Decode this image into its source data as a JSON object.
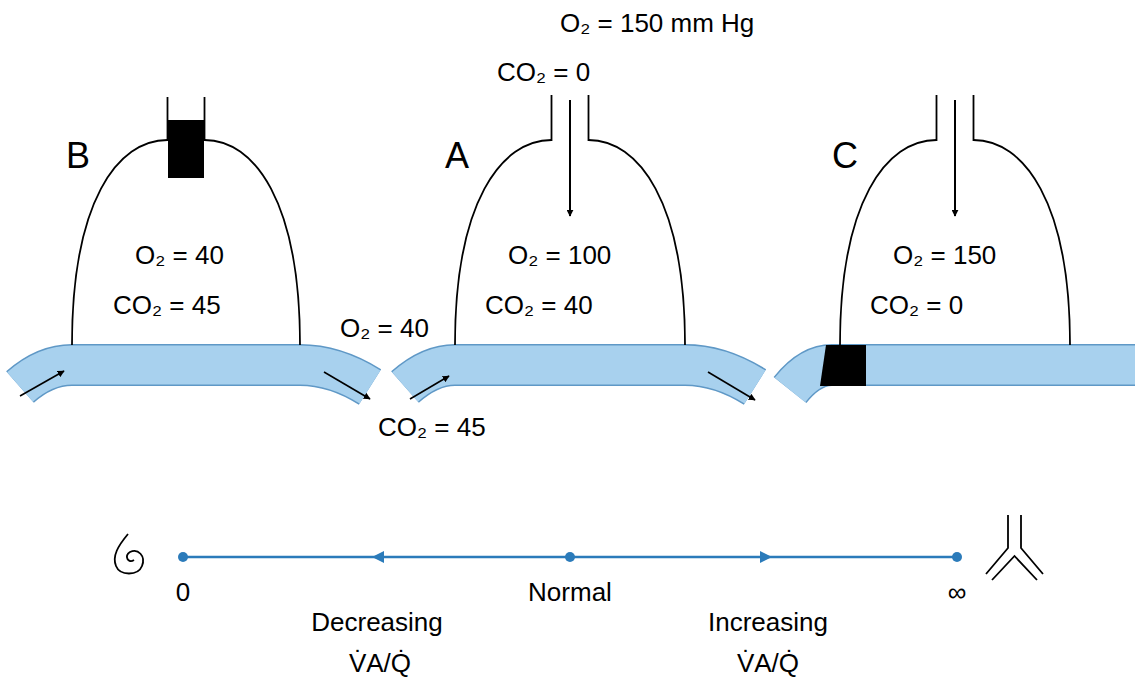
{
  "diagram": {
    "nodes": [
      {
        "text": [
          "B",
          "O₂ = 40",
          "CO₂ = 45"
        ]
      },
      {
        "text": [
          "A",
          "O₂ = 100",
          "CO₂ = 40"
        ]
      },
      {
        "text": [
          "C",
          "O₂ = 150",
          "CO₂ = 0"
        ]
      }
    ],
    "labels": [
      "O₂ = 150 mm Hg",
      "CO₂ = 0",
      "O₂ = 40",
      "CO₂ = 45",
      "0",
      "Normal",
      "∞",
      "Decreasing",
      "V̇A/Q̇",
      "Increasing",
      "V̇A/Q̇"
    ]
  }
}
